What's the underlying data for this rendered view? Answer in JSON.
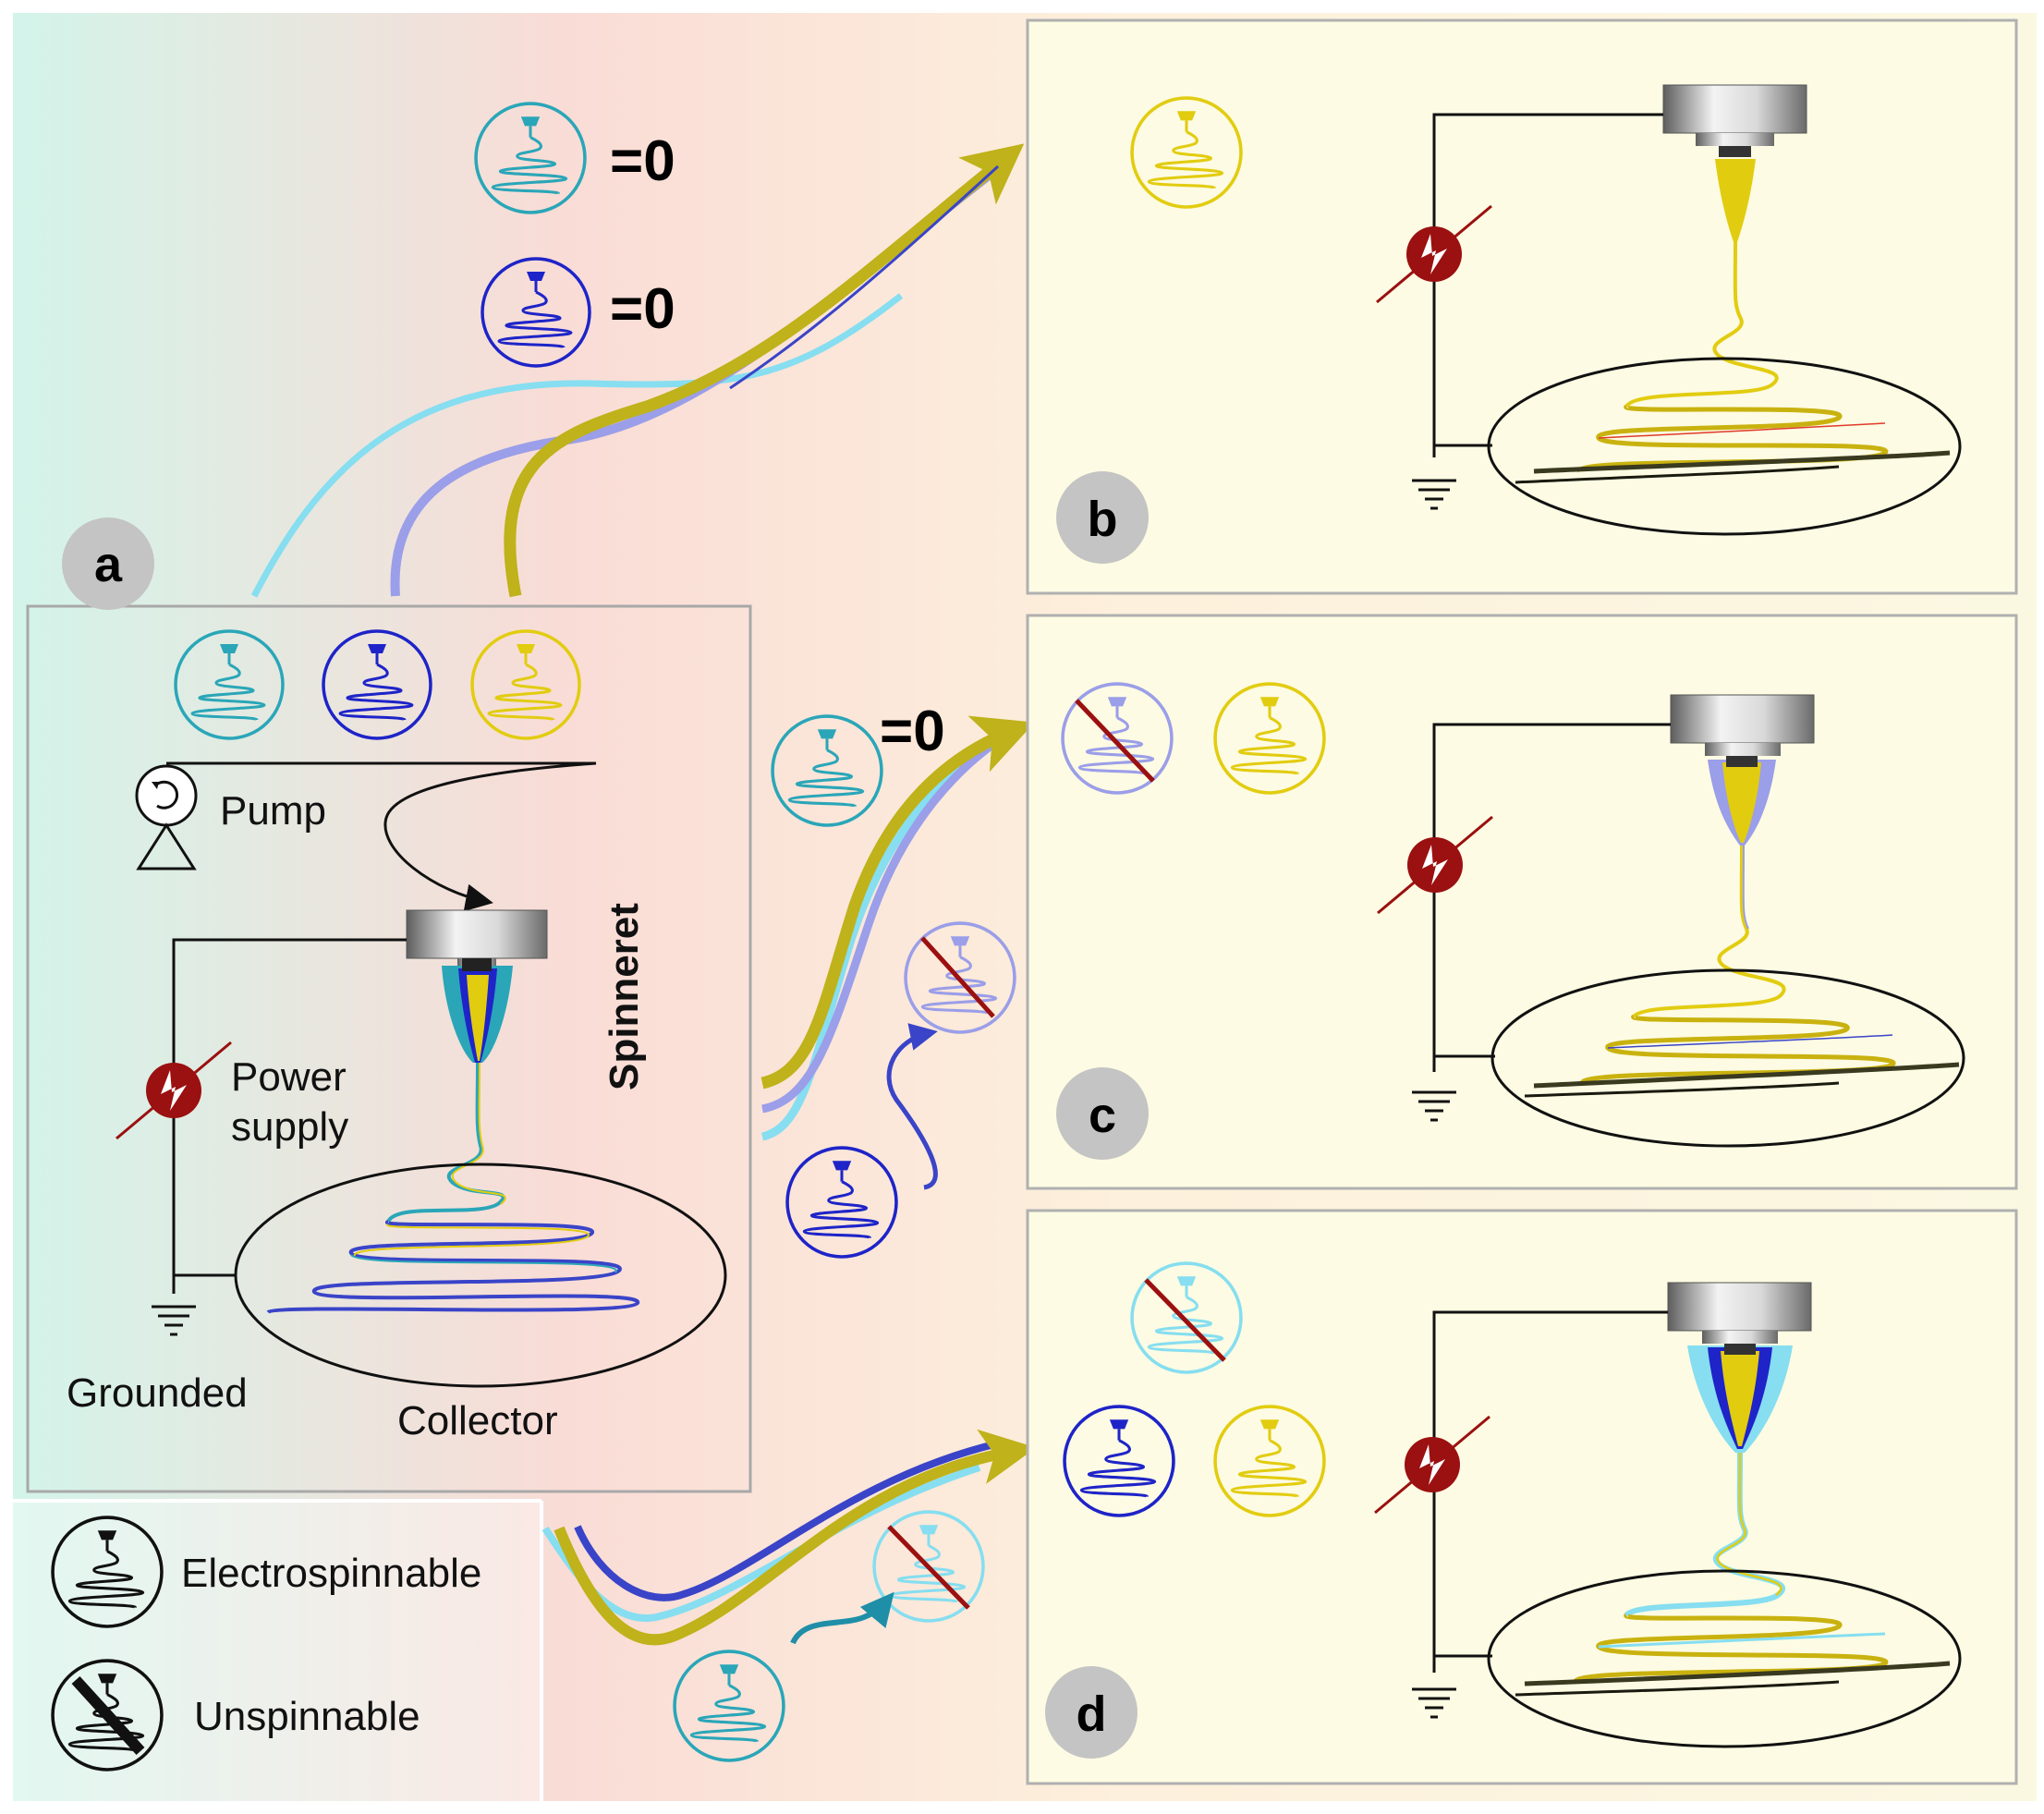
{
  "panels": {
    "a": {
      "badge": "a",
      "labels": {
        "pump": "Pump",
        "spinneret": "Spinneret",
        "power_supply_line1": "Power",
        "power_supply_line2": "supply",
        "grounded": "Grounded",
        "collector": "Collector"
      }
    },
    "b": {
      "badge": "b"
    },
    "c": {
      "badge": "c"
    },
    "d": {
      "badge": "d"
    }
  },
  "annotations": {
    "eq_zero_top_1": "=0",
    "eq_zero_top_2": "=0",
    "eq_zero_middle": "=0"
  },
  "legend": {
    "electrospinnable": "Electrospinnable",
    "unspinnable": "Unspinnable"
  },
  "colors": {
    "cyan": "#2aa6b8",
    "light_cyan": "#86def0",
    "blue": "#1e24c8",
    "lavender": "#9b9ee8",
    "yellow": "#e2cc10",
    "olive": "#bfb21a",
    "power_red": "#9b1010",
    "nozzle_gray": "#9a9a9a",
    "panel_bg": "#fdfbe3"
  }
}
